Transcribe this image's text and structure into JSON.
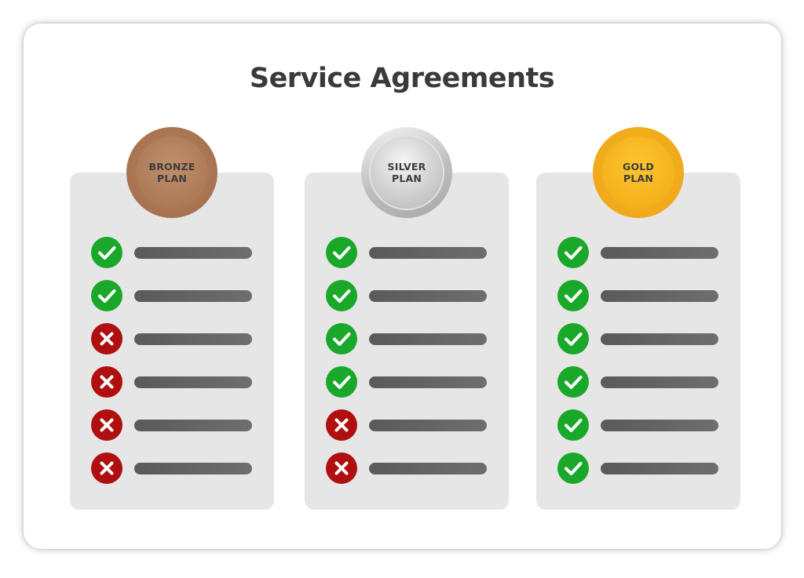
{
  "title": "Service Agreements",
  "colors": {
    "check": "#1aa82a",
    "cross": "#b00f10",
    "bar": "#666666",
    "card": "#e6e6e6",
    "bronze": "#a8734f",
    "silver": "#c4c4c4",
    "gold": "#f5b21d"
  },
  "plans": [
    {
      "label": "BRONZE\nPLAN",
      "medal": "bronze",
      "features": [
        "check",
        "check",
        "cross",
        "cross",
        "cross",
        "cross"
      ]
    },
    {
      "label": "SILVER\nPLAN",
      "medal": "silver",
      "features": [
        "check",
        "check",
        "check",
        "check",
        "cross",
        "cross"
      ]
    },
    {
      "label": "GOLD\nPLAN",
      "medal": "gold",
      "features": [
        "check",
        "check",
        "check",
        "check",
        "check",
        "check"
      ]
    }
  ]
}
